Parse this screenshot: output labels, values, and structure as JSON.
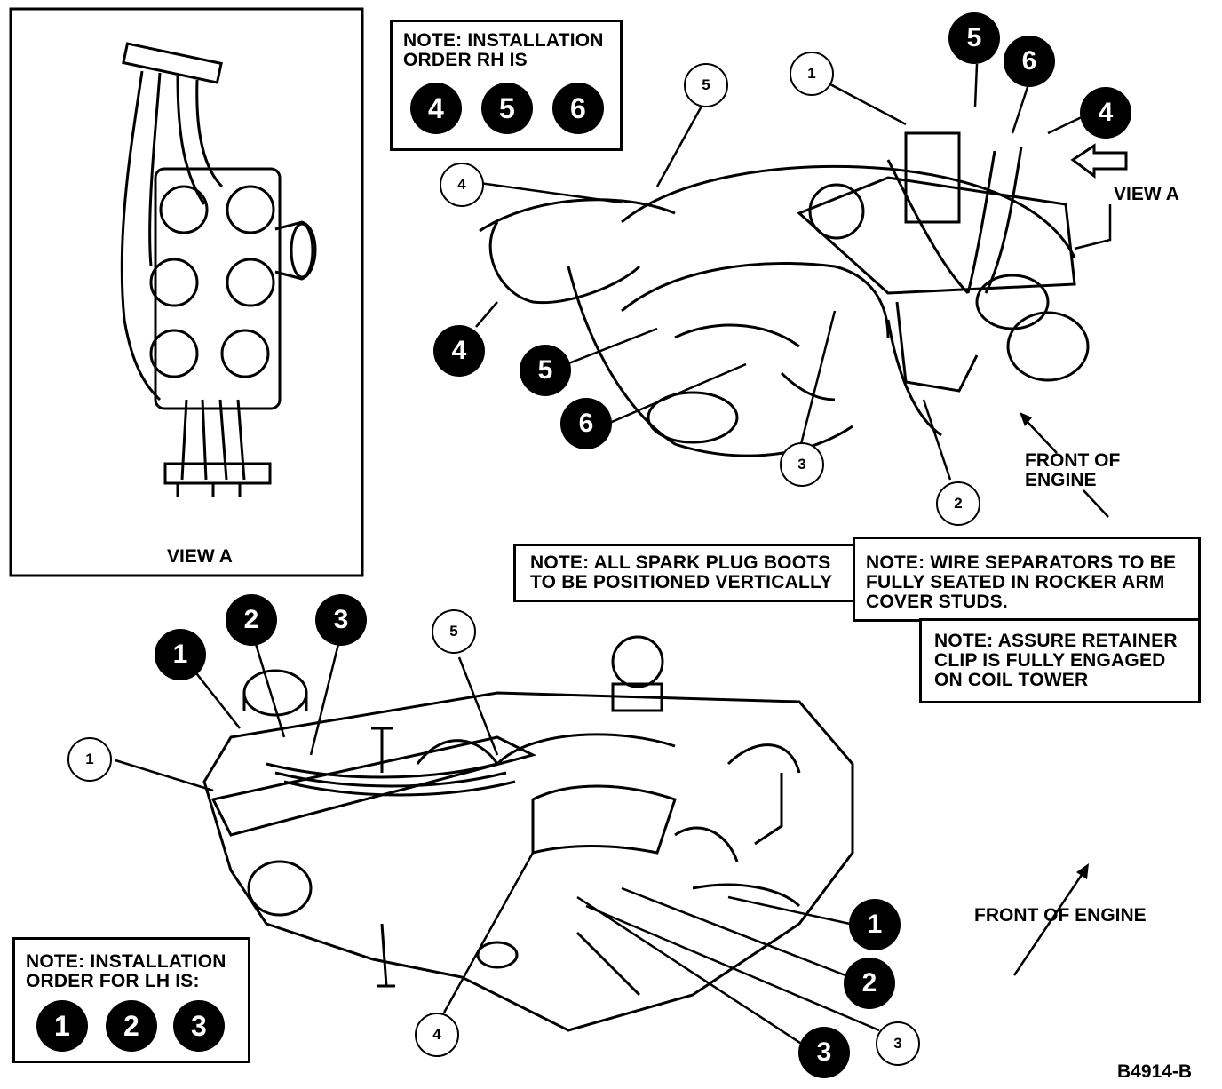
{
  "view_a_panel": {
    "caption": "VIEW A"
  },
  "notes": {
    "rh_order": {
      "line1": "NOTE: INSTALLATION",
      "line2": "ORDER RH IS",
      "sequence": [
        "4",
        "5",
        "6"
      ]
    },
    "lh_order": {
      "line1": "NOTE: INSTALLATION",
      "line2": "ORDER FOR LH IS:",
      "sequence": [
        "1",
        "2",
        "3"
      ]
    },
    "boots": {
      "line1": "NOTE: ALL SPARK PLUG BOOTS",
      "line2": "TO BE POSITIONED VERTICALLY"
    },
    "separators": {
      "line1": "NOTE: WIRE SEPARATORS TO BE",
      "line2": "FULLY SEATED IN ROCKER ARM",
      "line3": "COVER STUDS."
    },
    "retainer": {
      "line1": "NOTE: ASSURE RETAINER",
      "line2": "CLIP IS FULLY ENGAGED",
      "line3": "ON COIL TOWER"
    }
  },
  "labels": {
    "view_a_arrow": "VIEW A",
    "front_top_1": "FRONT OF",
    "front_top_2": "ENGINE",
    "front_bottom": "FRONT OF ENGINE",
    "figure_id": "B4914-B"
  },
  "top_callouts": {
    "open": [
      "1",
      "5",
      "4",
      "3",
      "2"
    ],
    "filled": [
      "5",
      "6",
      "4",
      "4",
      "5",
      "6"
    ]
  },
  "bottom_callouts": {
    "open": [
      "1",
      "5",
      "4",
      "3"
    ],
    "filled": [
      "1",
      "2",
      "3",
      "1",
      "2",
      "3"
    ]
  }
}
